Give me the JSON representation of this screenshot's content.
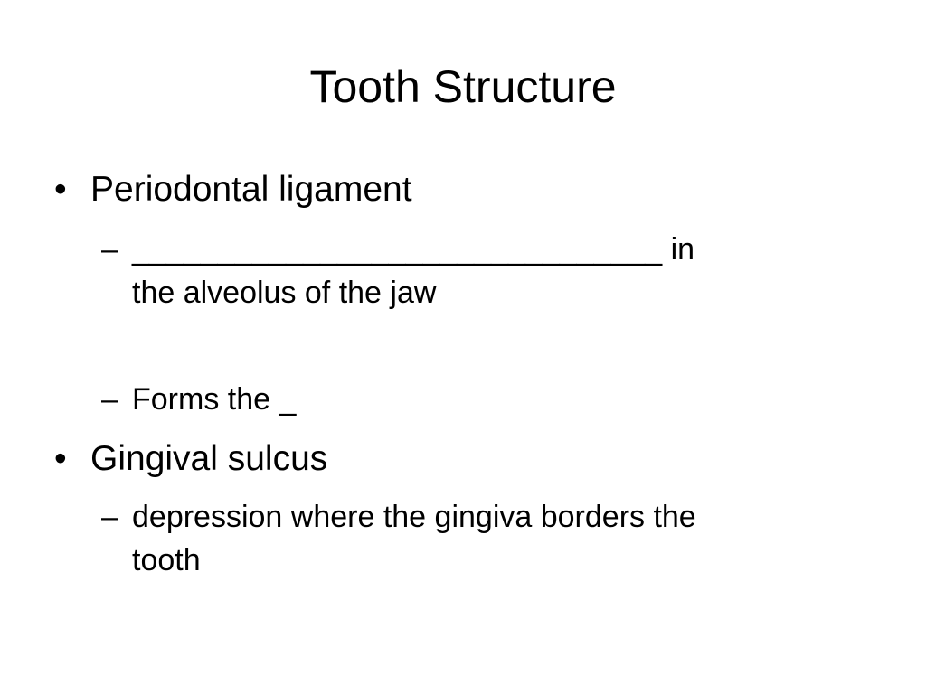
{
  "slide": {
    "title": "Tooth Structure",
    "bullets": [
      {
        "marker": "•",
        "text": "Periodontal ligament",
        "subs": [
          {
            "marker": "–",
            "line1": "_______________________________ in",
            "line2": "the alveolus of the jaw"
          },
          {
            "marker": "–",
            "line1": "Forms the _"
          }
        ]
      },
      {
        "marker": "•",
        "text": "Gingival sulcus",
        "subs": [
          {
            "marker": "–",
            "line1": "depression where the gingiva borders the",
            "line2": "tooth"
          }
        ]
      }
    ]
  }
}
